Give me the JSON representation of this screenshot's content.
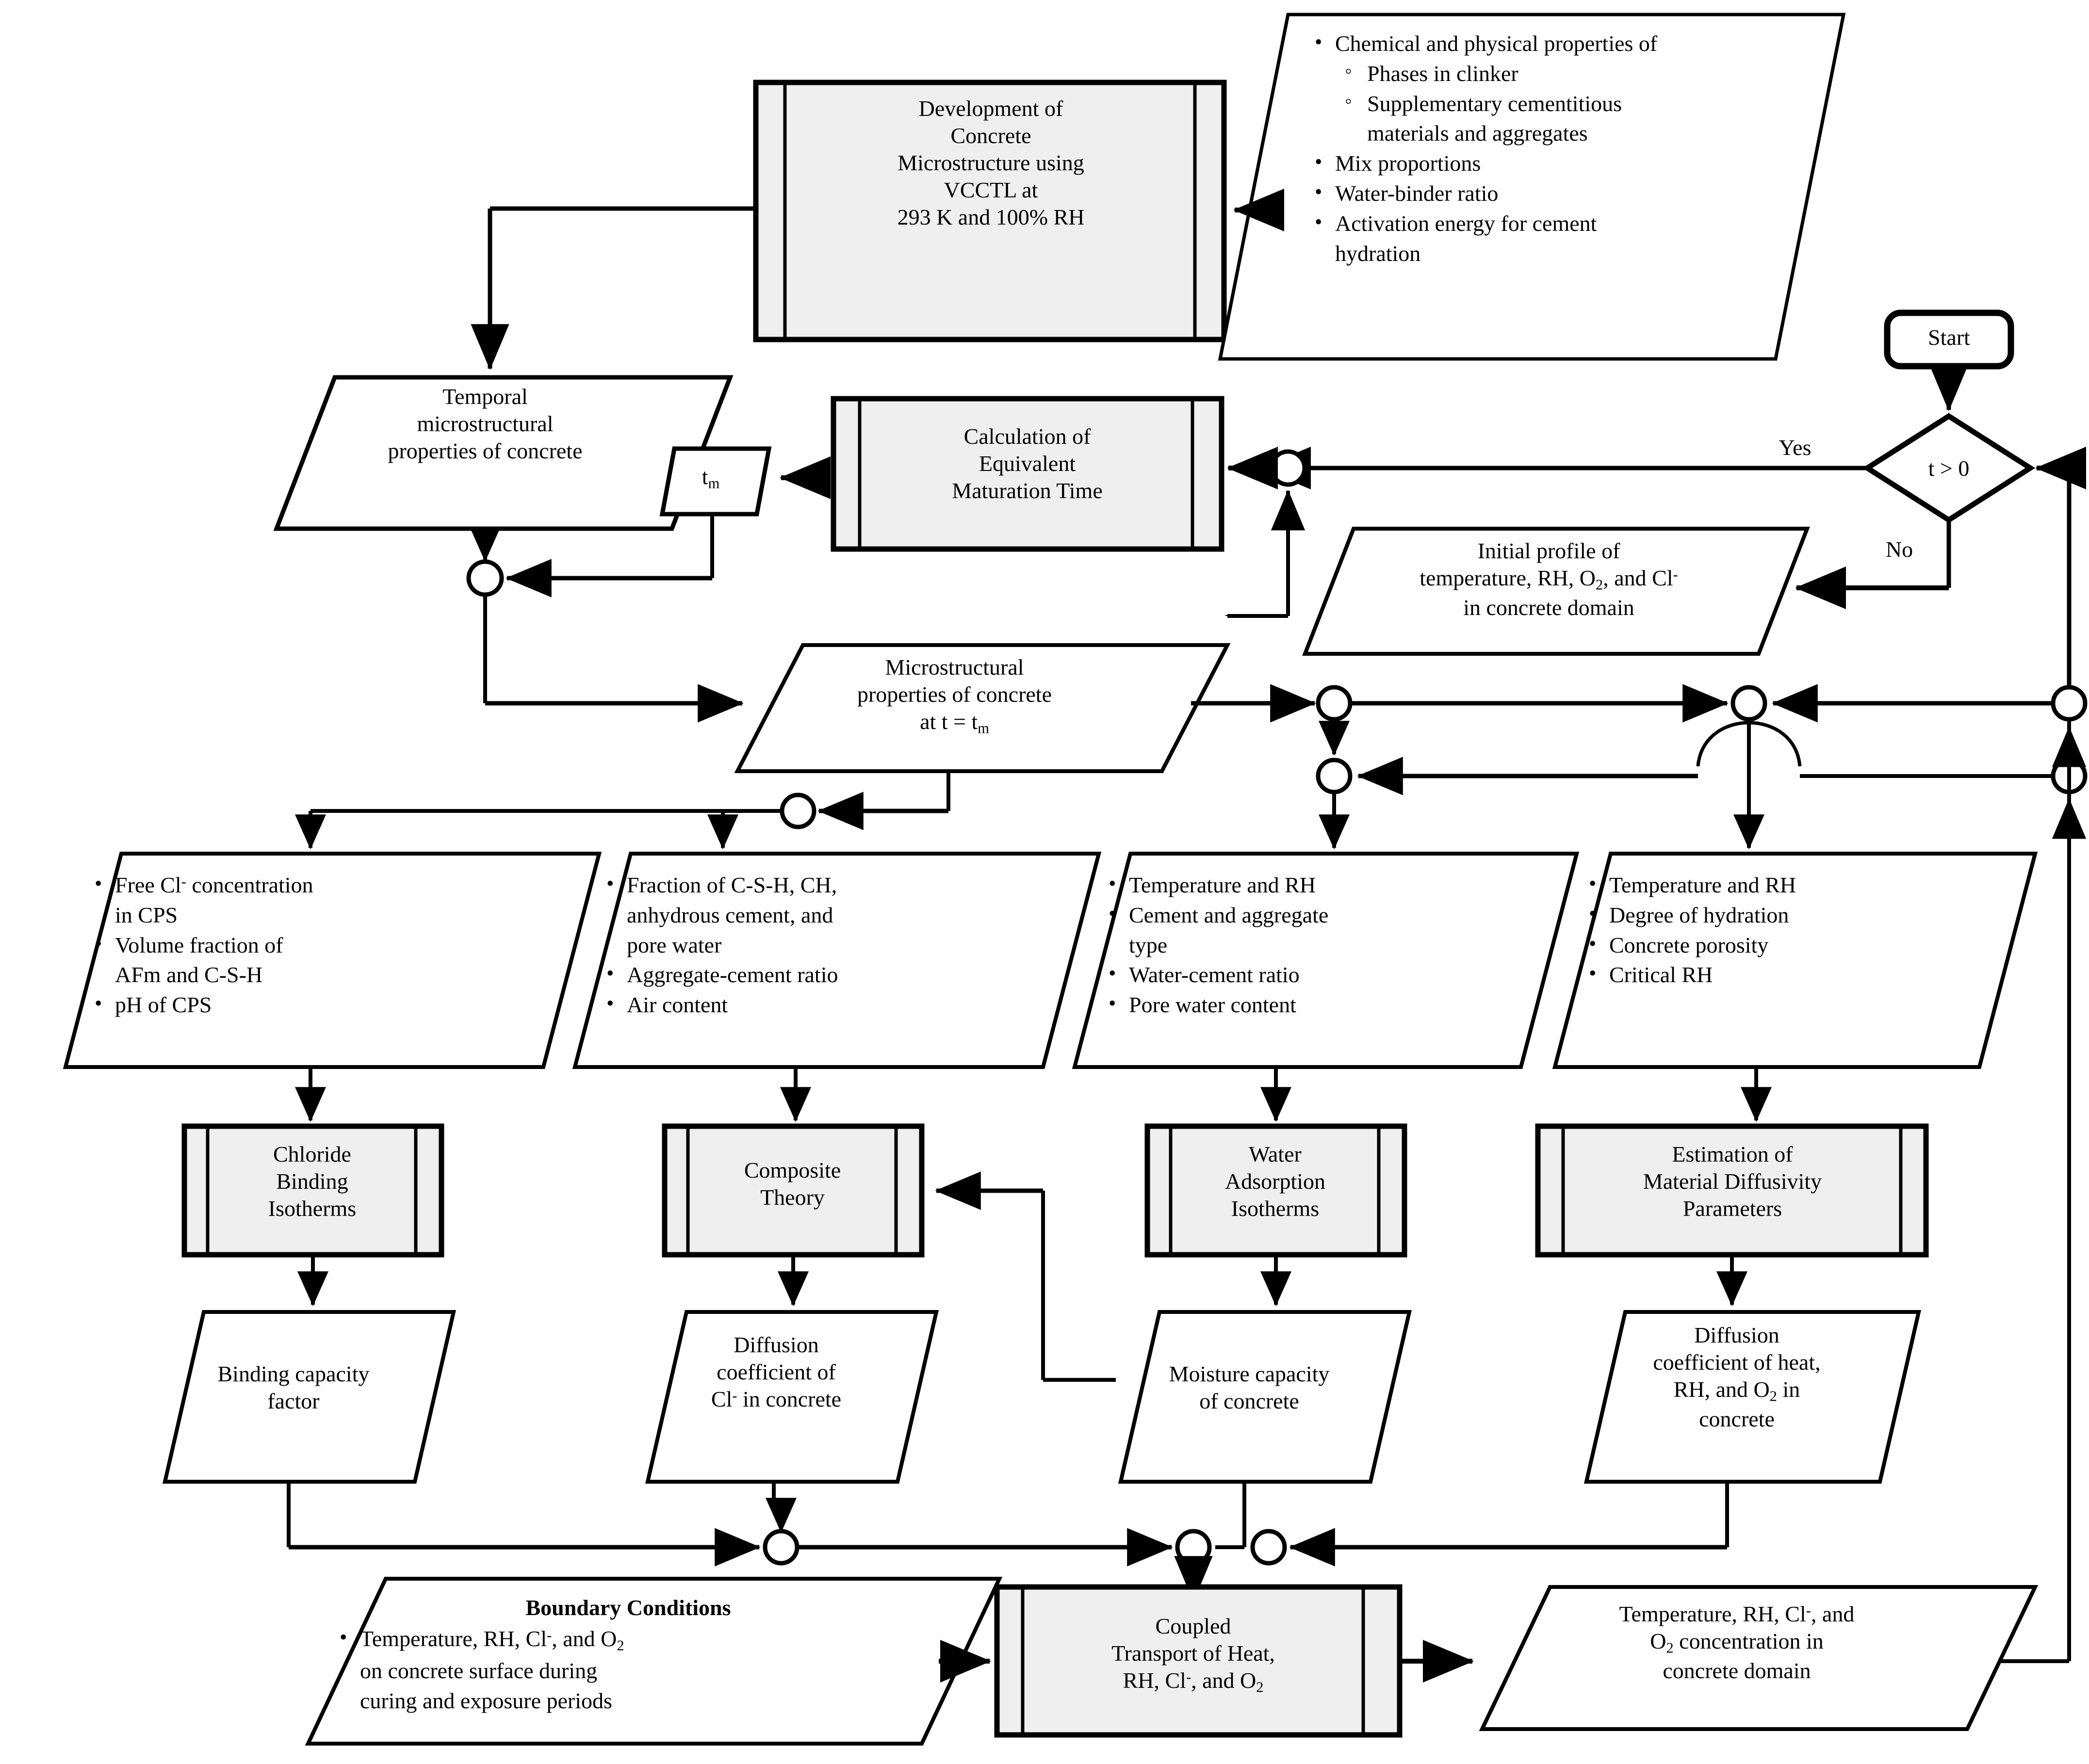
{
  "diagram": {
    "title": "Flowchart of coupled transport modelling of heat, RH, chloride and oxygen in concrete",
    "type": "flowchart"
  },
  "nodes": {
    "start": {
      "label": "Start",
      "shape": "terminator"
    },
    "decision_t": {
      "label": "t > 0",
      "shape": "decision",
      "yes": "Yes",
      "no": "No"
    },
    "dev_micro": {
      "shape": "predefined-process",
      "lines": [
        "Development of",
        "Concrete",
        "Microstructure using",
        "VCCTL  at",
        "293 K and 100% RH"
      ]
    },
    "inputs_top": {
      "shape": "parallelogram",
      "items": [
        {
          "text": "Chemical and physical properties of",
          "level": 1
        },
        {
          "text": "Phases in clinker",
          "level": 2
        },
        {
          "text": "Supplementary cementitious",
          "level": 2
        },
        {
          "text": "materials and aggregates",
          "level": 2,
          "cont": true
        },
        {
          "text": "Mix proportions",
          "level": 1
        },
        {
          "text": "Water-binder ratio",
          "level": 1
        },
        {
          "text": "Activation energy for cement",
          "level": 1
        },
        {
          "text": "hydration",
          "level": 1,
          "cont": true
        }
      ]
    },
    "temporal_props": {
      "shape": "parallelogram",
      "lines": [
        "Temporal",
        "microstructural",
        "properties of concrete"
      ]
    },
    "tm": {
      "shape": "parallelogram-small",
      "label": "tm",
      "base": "t",
      "sub": "m"
    },
    "calc_maturation": {
      "shape": "predefined-process",
      "lines": [
        "Calculation of",
        "Equivalent",
        "Maturation Time"
      ]
    },
    "initial_profile": {
      "shape": "parallelogram",
      "lines": [
        "Initial profile of",
        "temperature, RH, O2, and Cl-",
        "in concrete domain"
      ]
    },
    "micro_props_tm": {
      "shape": "parallelogram",
      "lines": [
        "Microstructural",
        "properties of concrete",
        "at t = tm"
      ]
    },
    "data_cl": {
      "shape": "parallelogram",
      "items": [
        {
          "text": "Free Cl- concentration",
          "level": 1
        },
        {
          "text": "in CPS",
          "level": 1,
          "cont": true
        },
        {
          "text": "Volume fraction of",
          "level": 1
        },
        {
          "text": "AFm and C-S-H",
          "level": 1,
          "cont": true
        },
        {
          "text": "pH of CPS",
          "level": 1
        }
      ]
    },
    "data_fraction": {
      "shape": "parallelogram",
      "items": [
        {
          "text": "Fraction of  C-S-H, CH,",
          "level": 1
        },
        {
          "text": "anhydrous cement, and",
          "level": 1,
          "cont": true
        },
        {
          "text": "pore water",
          "level": 1,
          "cont": true
        },
        {
          "text": "Aggregate-cement ratio",
          "level": 1
        },
        {
          "text": "Air content",
          "level": 1
        }
      ]
    },
    "data_temp_rh": {
      "shape": "parallelogram",
      "items": [
        {
          "text": "Temperature and RH",
          "level": 1
        },
        {
          "text": "Cement and aggregate",
          "level": 1
        },
        {
          "text": "type",
          "level": 1,
          "cont": true
        },
        {
          "text": "Water-cement ratio",
          "level": 1
        },
        {
          "text": "Pore water content",
          "level": 1
        }
      ]
    },
    "data_diffusivity": {
      "shape": "parallelogram",
      "items": [
        {
          "text": "Temperature and RH",
          "level": 1
        },
        {
          "text": "Degree of hydration",
          "level": 1
        },
        {
          "text": "Concrete porosity",
          "level": 1
        },
        {
          "text": "Critical RH",
          "level": 1
        }
      ]
    },
    "chloride_binding": {
      "shape": "predefined-process",
      "lines": [
        "Chloride",
        "Binding",
        "Isotherms"
      ]
    },
    "composite_theory": {
      "shape": "predefined-process",
      "lines": [
        "Composite",
        "Theory"
      ]
    },
    "water_adsorption": {
      "shape": "predefined-process",
      "lines": [
        "Water",
        "Adsorption",
        "Isotherms"
      ]
    },
    "material_diffusivity": {
      "shape": "predefined-process",
      "lines": [
        "Estimation of",
        "Material Diffusivity",
        "Parameters"
      ]
    },
    "binding_capacity": {
      "shape": "parallelogram",
      "lines": [
        "Binding capacity",
        "factor"
      ]
    },
    "diff_coeff_cl": {
      "shape": "parallelogram",
      "lines": [
        "Diffusion",
        "coefficient of",
        "Cl- in concrete"
      ]
    },
    "moisture_capacity": {
      "shape": "parallelogram",
      "lines": [
        "Moisture capacity",
        "of concrete"
      ]
    },
    "diff_coeff_heat": {
      "shape": "parallelogram",
      "lines": [
        "Diffusion",
        "coefficient of heat,",
        "RH, and O2 in",
        "concrete"
      ]
    },
    "boundary_conditions": {
      "shape": "parallelogram",
      "heading": "Boundary Conditions",
      "items": [
        {
          "text": "Temperature, RH, Cl-, and O2",
          "level": 1
        },
        {
          "text": "on concrete surface during",
          "level": 1,
          "cont": true
        },
        {
          "text": "curing and exposure periods",
          "level": 1,
          "cont": true
        }
      ]
    },
    "coupled_transport": {
      "shape": "predefined-process",
      "lines": [
        "Coupled",
        "Transport of Heat,",
        "RH, Cl-, and O2"
      ]
    },
    "output_concentration": {
      "shape": "parallelogram",
      "lines": [
        "Temperature, RH, Cl-, and",
        "O2 concentration in",
        "concrete domain"
      ]
    }
  },
  "colors": {
    "stroke": "#000000",
    "process_fill": "#efefef",
    "page_background": "#ffffff"
  }
}
